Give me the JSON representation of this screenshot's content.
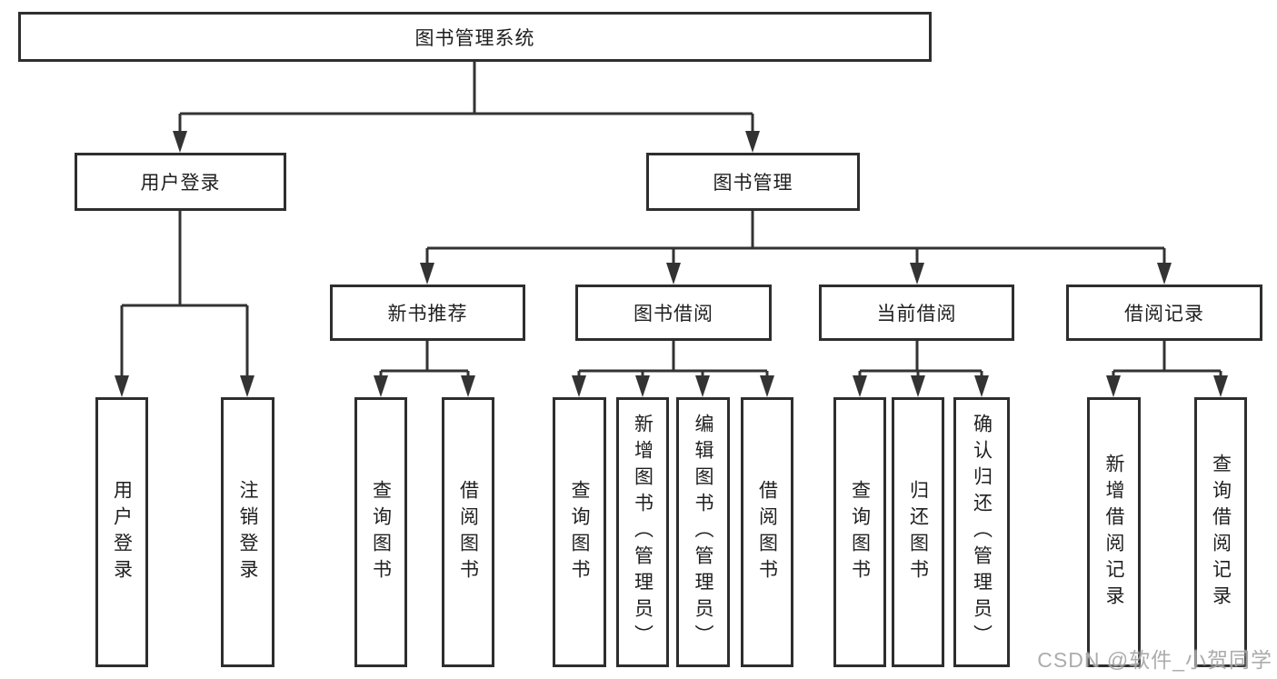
{
  "diagram": {
    "root": {
      "label": "图书管理系统"
    },
    "level2": [
      {
        "label": "用户登录"
      },
      {
        "label": "图书管理"
      }
    ],
    "level3": [
      {
        "label": "新书推荐"
      },
      {
        "label": "图书借阅"
      },
      {
        "label": "当前借阅"
      },
      {
        "label": "借阅记录"
      }
    ],
    "leaves": {
      "user_login": [
        "用户登录",
        "注销登录"
      ],
      "new_book": [
        "查询图书",
        "借阅图书"
      ],
      "book_borrow": [
        "查询图书",
        "新增图书（管理员）",
        "编辑图书（管理员）",
        "借阅图书"
      ],
      "current_borrow": [
        "查询图书",
        "归还图书",
        "确认归还（管理员）"
      ],
      "borrow_record": [
        "新增借阅记录",
        "查询借阅记录"
      ]
    }
  },
  "watermark": {
    "text": "CSDN @软件_小贺同学"
  },
  "colors": {
    "line": "#333333",
    "border": "#2e2e2e",
    "text": "#1f1f1f",
    "watermark": "#9e9e9e",
    "background": "#ffffff"
  }
}
